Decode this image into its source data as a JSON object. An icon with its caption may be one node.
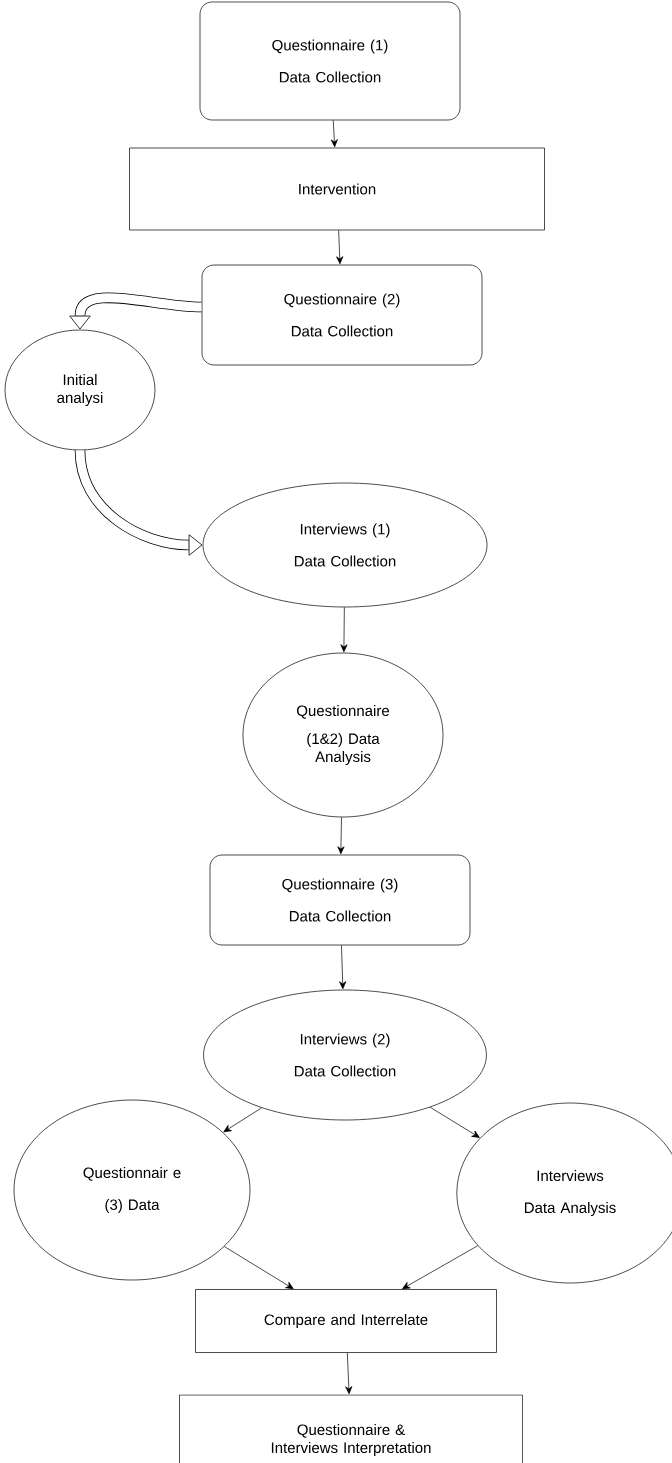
{
  "diagram": {
    "nodes": [
      {
        "text": [
          "Questionnaire (1)",
          "Data Collection"
        ]
      },
      {
        "text": [
          "Intervention"
        ]
      },
      {
        "text": [
          "Questionnaire (2)",
          "Data Collection"
        ]
      },
      {
        "text": [
          "Initial analysi"
        ]
      },
      {
        "text": [
          "Interviews (1)",
          "Data Collection"
        ]
      },
      {
        "text": [
          "Questionnaire",
          "(1&2) Data Analysis"
        ]
      },
      {
        "text": [
          "Questionnaire (3)",
          "Data Collection"
        ]
      },
      {
        "text": [
          "Interviews (2)",
          "Data Collection"
        ]
      },
      {
        "text": [
          "Questionnair e",
          "(3) Data"
        ]
      },
      {
        "text": [
          "Interviews",
          "Data Analysis"
        ]
      },
      {
        "text": [
          "Compare and Interrelate"
        ]
      },
      {
        "text": [
          "Questionnaire & Interviews Interpretation"
        ]
      }
    ],
    "edges": [
      {
        "from": 0,
        "to": 1,
        "arrow": "to"
      },
      {
        "from": 1,
        "to": 2,
        "arrow": "to"
      },
      {
        "from": 2,
        "to": 3,
        "arrow": "to",
        "style": "thick"
      },
      {
        "from": 3,
        "to": 4,
        "arrow": "to",
        "style": "thick"
      },
      {
        "from": 4,
        "to": 5,
        "arrow": "to"
      },
      {
        "from": 5,
        "to": 6,
        "arrow": "to"
      },
      {
        "from": 6,
        "to": 7,
        "arrow": "to"
      },
      {
        "from": 7,
        "to": 8,
        "arrow": "to"
      },
      {
        "from": 7,
        "to": 9,
        "arrow": "to"
      },
      {
        "from": 8,
        "to": 10,
        "arrow": "to"
      },
      {
        "from": 9,
        "to": 10,
        "arrow": "to"
      },
      {
        "from": 10,
        "to": 11,
        "arrow": "to"
      }
    ]
  }
}
